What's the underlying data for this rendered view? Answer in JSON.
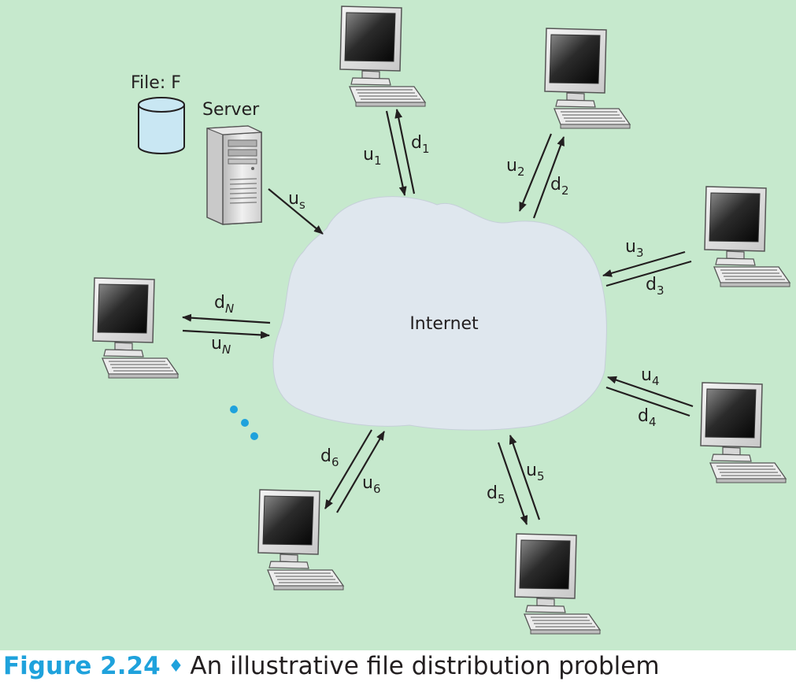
{
  "colors": {
    "background": "#c6e9cd",
    "cloud": "#dfe7ee",
    "accent": "#1fa2dc",
    "arrow": "#231f20"
  },
  "labels": {
    "file": "File: F",
    "server": "Server",
    "internet": "Internet",
    "us": {
      "base": "u",
      "sub": "s"
    },
    "uN": {
      "base": "u",
      "sub": "N"
    },
    "dN": {
      "base": "d",
      "sub": "N"
    },
    "u1": {
      "base": "u",
      "sub": "1"
    },
    "d1": {
      "base": "d",
      "sub": "1"
    },
    "u2": {
      "base": "u",
      "sub": "2"
    },
    "d2": {
      "base": "d",
      "sub": "2"
    },
    "u3": {
      "base": "u",
      "sub": "3"
    },
    "d3": {
      "base": "d",
      "sub": "3"
    },
    "u4": {
      "base": "u",
      "sub": "4"
    },
    "d4": {
      "base": "d",
      "sub": "4"
    },
    "u5": {
      "base": "u",
      "sub": "5"
    },
    "d5": {
      "base": "d",
      "sub": "5"
    },
    "u6": {
      "base": "u",
      "sub": "6"
    },
    "d6": {
      "base": "d",
      "sub": "6"
    }
  },
  "caption": {
    "figure_label": "Figure 2.24",
    "separator": "♦",
    "text": "An illustrative file distribution problem"
  },
  "icons": [
    "file-database-icon",
    "server-tower-icon",
    "computer-icon",
    "ellipsis-dots-icon",
    "internet-cloud-icon"
  ]
}
